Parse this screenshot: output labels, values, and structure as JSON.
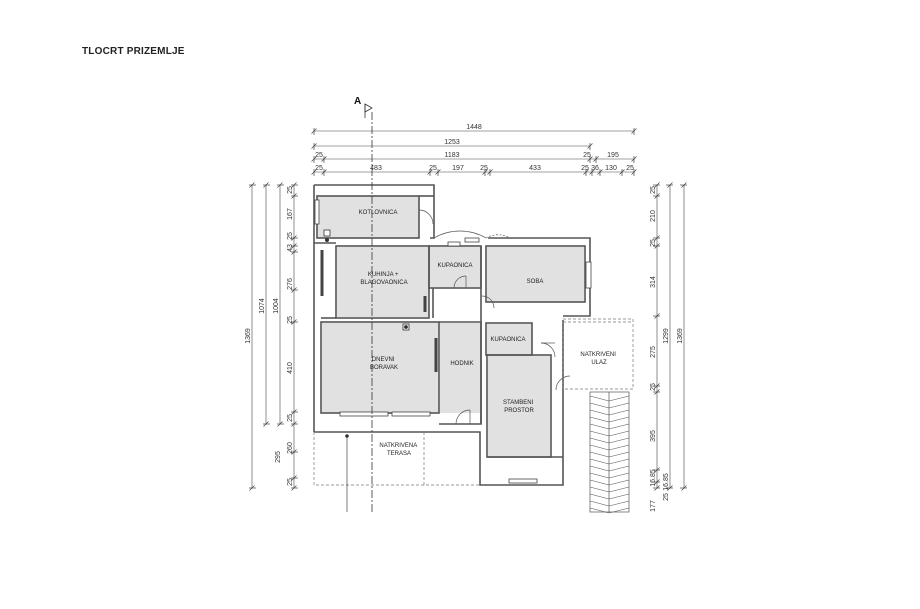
{
  "title": "TLOCRT PRIZEMLJE",
  "section_marker": "A",
  "rooms": {
    "kotlovnica": [
      "KOTLOVNICA"
    ],
    "kuhinja": [
      "KUHINJA +",
      "BLAGOVAONICA"
    ],
    "kupaonica_1": [
      "KUPAONICA"
    ],
    "soba": [
      "SOBA"
    ],
    "kupaonica_2": [
      "KUPAONICA"
    ],
    "natkriveni_ulaz": [
      "NATKRIVENI",
      "ULAZ"
    ],
    "dnevni": [
      "DNEVNI",
      "BORAVAK"
    ],
    "hodnik": [
      "HODNIK"
    ],
    "stambeni": [
      "STAMBENI",
      "PROSTOR"
    ],
    "terasa": [
      "NATKRIVENA",
      "TERASA"
    ]
  },
  "dims_top": {
    "row1": [
      "1448"
    ],
    "row2": [
      "1253"
    ],
    "row3": [
      "25",
      "1183",
      "25",
      "195"
    ],
    "row4": [
      "25",
      "483",
      "25",
      "197",
      "25",
      "433",
      "25",
      "36",
      "130",
      "25"
    ]
  },
  "dims_left": {
    "outer": [
      "1369"
    ],
    "mid": [
      "1074"
    ],
    "inner1": [
      "1004"
    ],
    "inner2": [
      "25",
      "167",
      "25",
      "43",
      "276",
      "25",
      "410",
      "25",
      "260",
      "295",
      "25"
    ]
  },
  "dims_right": {
    "outer": [
      "1369"
    ],
    "mid": [
      "1299"
    ],
    "inner": [
      "25",
      "210",
      "25",
      "314",
      "275",
      "25",
      "395",
      "16.85",
      "177",
      "16.85",
      "25"
    ]
  }
}
